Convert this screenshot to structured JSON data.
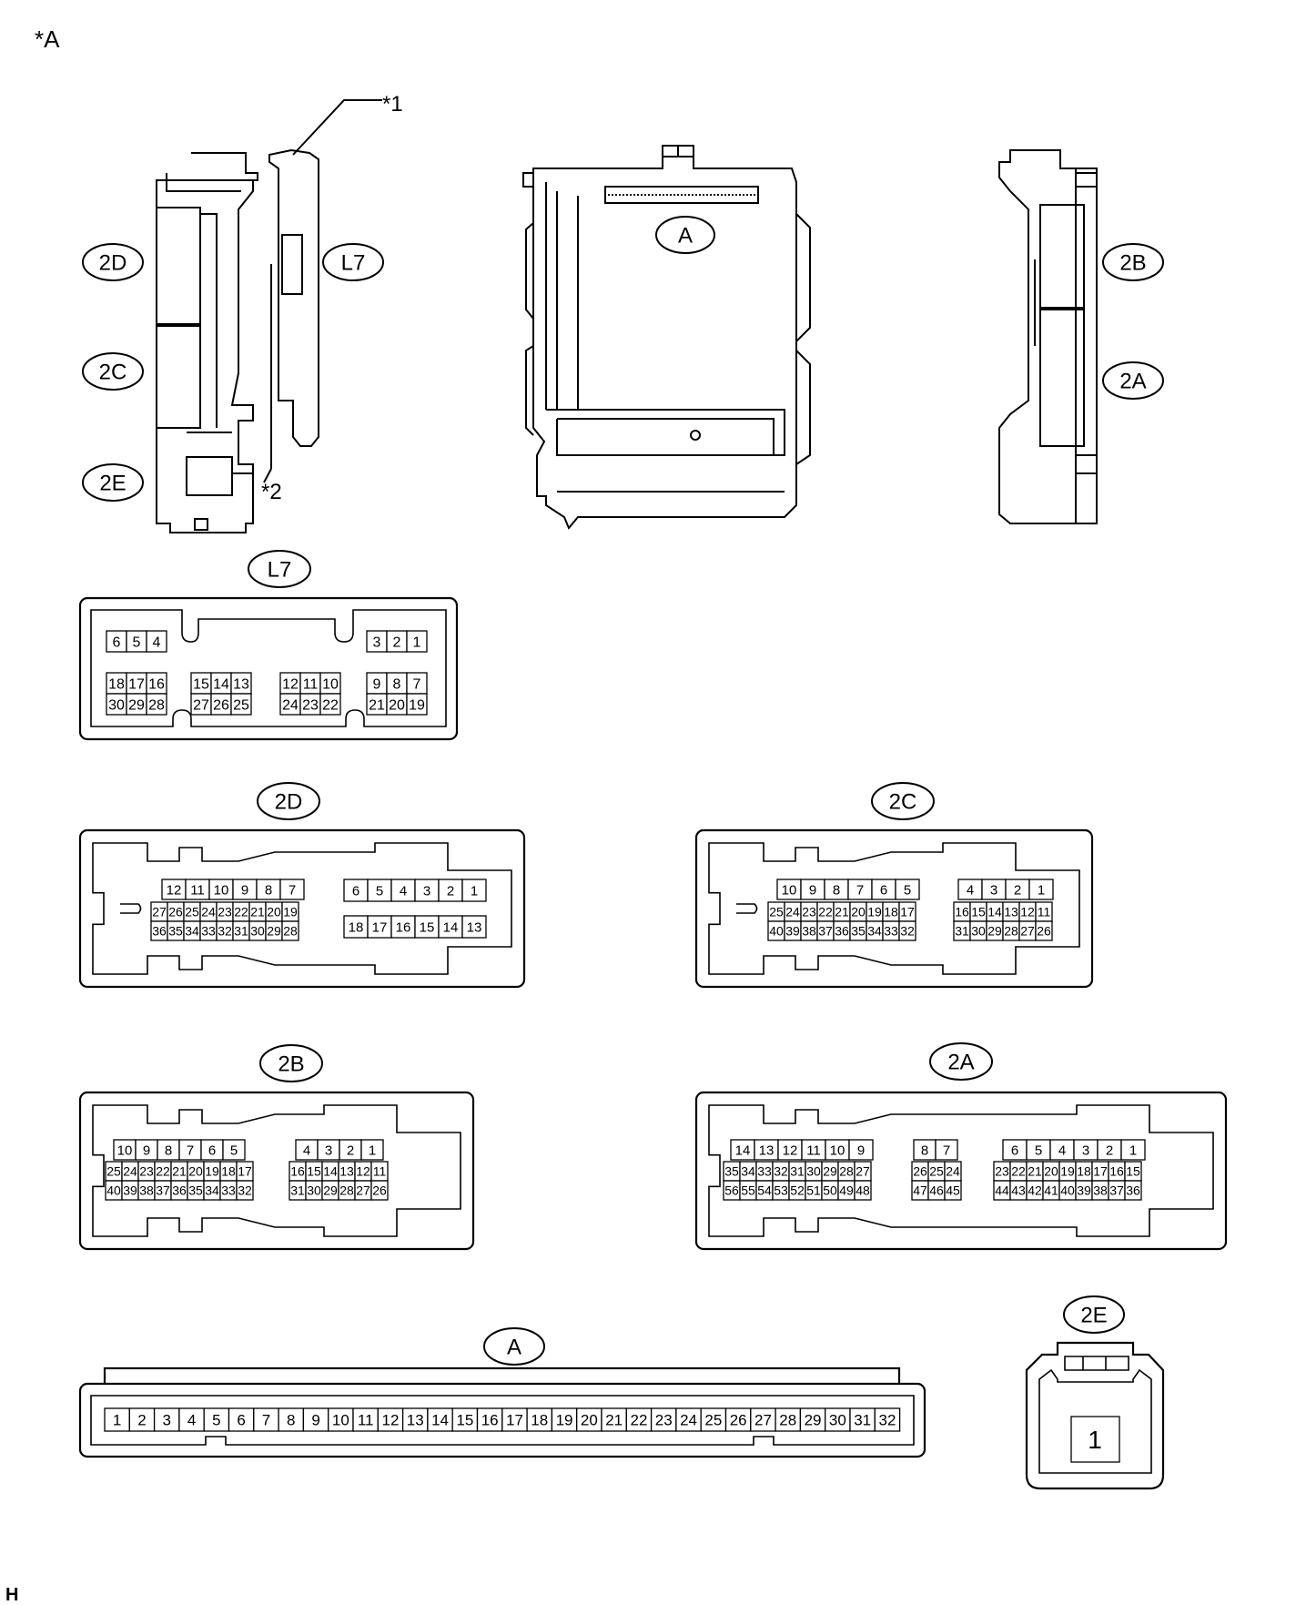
{
  "header": {
    "tag": "*A",
    "footer_letter": "H"
  },
  "callouts": {
    "c1": "*1",
    "c2": "*2"
  },
  "ecu_labels": {
    "left": [
      "2D",
      "2C",
      "2E"
    ],
    "bracket": "L7",
    "center": "A",
    "right": [
      "2B",
      "2A"
    ]
  },
  "connectors": {
    "L7": {
      "label": "L7",
      "top_left": [
        "6",
        "5",
        "4"
      ],
      "top_right": [
        "3",
        "2",
        "1"
      ],
      "g1": [
        [
          "18",
          "17",
          "16"
        ],
        [
          "30",
          "29",
          "28"
        ]
      ],
      "g2": [
        [
          "15",
          "14",
          "13"
        ],
        [
          "27",
          "26",
          "25"
        ]
      ],
      "g3": [
        [
          "12",
          "11",
          "10"
        ],
        [
          "24",
          "23",
          "22"
        ]
      ],
      "g4": [
        [
          "9",
          "8",
          "7"
        ],
        [
          "21",
          "20",
          "19"
        ]
      ]
    },
    "2D": {
      "label": "2D",
      "top": [
        "12",
        "11",
        "10",
        "9",
        "8",
        "7"
      ],
      "mid": [
        "27",
        "26",
        "25",
        "24",
        "23",
        "22",
        "21",
        "20",
        "19"
      ],
      "bot": [
        "36",
        "35",
        "34",
        "33",
        "32",
        "31",
        "30",
        "29",
        "28"
      ],
      "right_top": [
        "6",
        "5",
        "4",
        "3",
        "2",
        "1"
      ],
      "right_bot": [
        "18",
        "17",
        "16",
        "15",
        "14",
        "13"
      ]
    },
    "2C": {
      "label": "2C",
      "top": [
        "10",
        "9",
        "8",
        "7",
        "6",
        "5"
      ],
      "mid": [
        "25",
        "24",
        "23",
        "22",
        "21",
        "20",
        "19",
        "18",
        "17"
      ],
      "bot": [
        "40",
        "39",
        "38",
        "37",
        "36",
        "35",
        "34",
        "33",
        "32"
      ],
      "right_top": [
        "4",
        "3",
        "2",
        "1"
      ],
      "right_mid": [
        "16",
        "15",
        "14",
        "13",
        "12",
        "11"
      ],
      "right_bot": [
        "31",
        "30",
        "29",
        "28",
        "27",
        "26"
      ]
    },
    "2B": {
      "label": "2B",
      "top": [
        "10",
        "9",
        "8",
        "7",
        "6",
        "5"
      ],
      "mid": [
        "25",
        "24",
        "23",
        "22",
        "21",
        "20",
        "19",
        "18",
        "17"
      ],
      "bot": [
        "40",
        "39",
        "38",
        "37",
        "36",
        "35",
        "34",
        "33",
        "32"
      ],
      "right_top": [
        "4",
        "3",
        "2",
        "1"
      ],
      "right_mid": [
        "16",
        "15",
        "14",
        "13",
        "12",
        "11"
      ],
      "right_bot": [
        "31",
        "30",
        "29",
        "28",
        "27",
        "26"
      ]
    },
    "2A": {
      "label": "2A",
      "left_top": [
        "14",
        "13",
        "12",
        "11",
        "10",
        "9"
      ],
      "left_mid": [
        "35",
        "34",
        "33",
        "32",
        "31",
        "30",
        "29",
        "28",
        "27"
      ],
      "left_bot": [
        "56",
        "55",
        "54",
        "53",
        "52",
        "51",
        "50",
        "49",
        "48"
      ],
      "center_top": [
        "8",
        "7"
      ],
      "center_mid": [
        "26",
        "25",
        "24"
      ],
      "center_bot": [
        "47",
        "46",
        "45"
      ],
      "right_top": [
        "6",
        "5",
        "4",
        "3",
        "2",
        "1"
      ],
      "right_mid": [
        "23",
        "22",
        "21",
        "20",
        "19",
        "18",
        "17",
        "16",
        "15"
      ],
      "right_bot": [
        "44",
        "43",
        "42",
        "41",
        "40",
        "39",
        "38",
        "37",
        "36"
      ]
    },
    "A": {
      "label": "A",
      "pins": [
        "1",
        "2",
        "3",
        "4",
        "5",
        "6",
        "7",
        "8",
        "9",
        "10",
        "11",
        "12",
        "13",
        "14",
        "15",
        "16",
        "17",
        "18",
        "19",
        "20",
        "21",
        "22",
        "23",
        "24",
        "25",
        "26",
        "27",
        "28",
        "29",
        "30",
        "31",
        "32"
      ]
    },
    "2E": {
      "label": "2E",
      "pin": "1"
    }
  }
}
